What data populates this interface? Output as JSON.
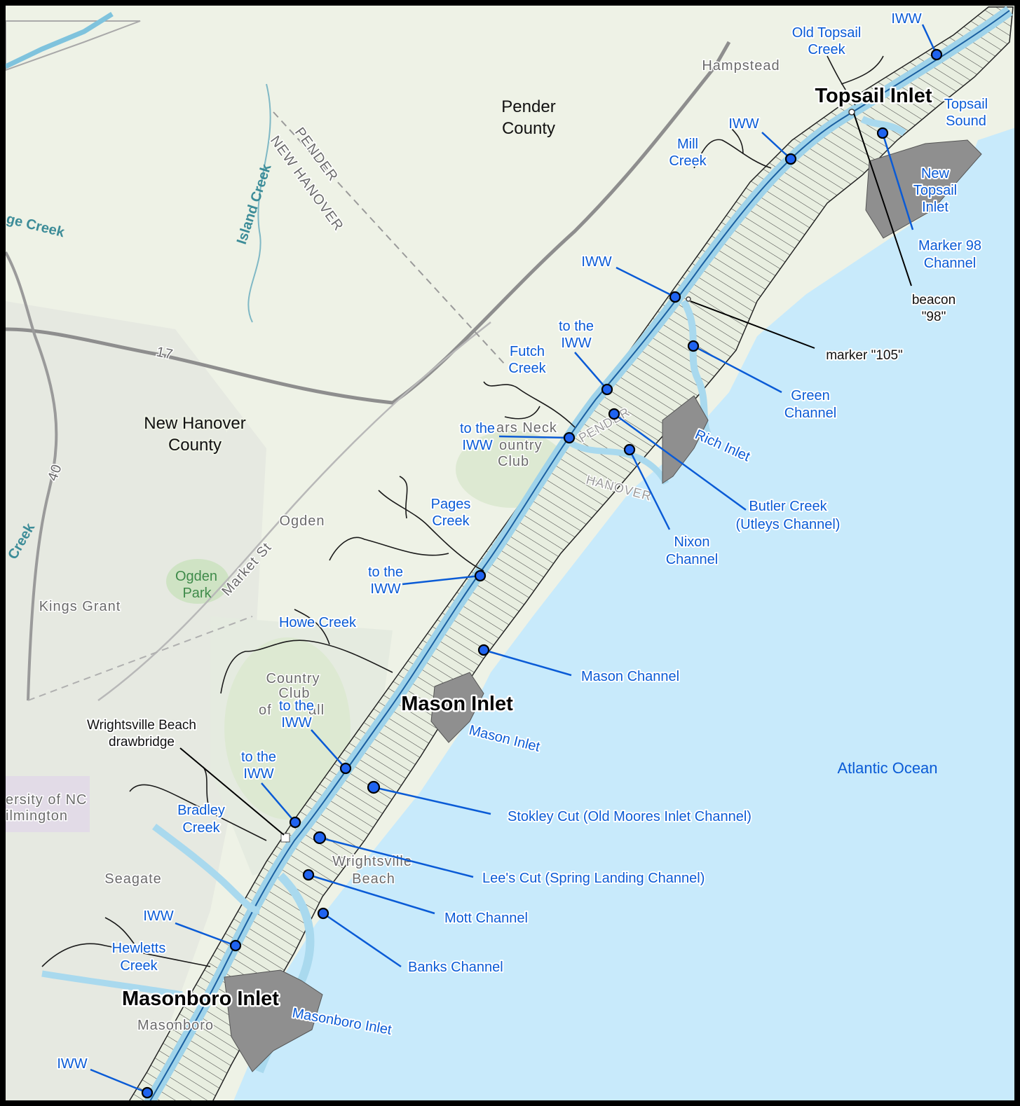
{
  "colors": {
    "land": "#eef2e6",
    "ocean": "#c8eafb",
    "water_channel": "#b9dfef",
    "label_blue": "#0a5bd6",
    "marker_fill": "#1f63f0",
    "jetty_gray": "#8f8f8f"
  },
  "counties": {
    "pender_line1": "Pender",
    "pender_line2": "County",
    "newhanover_line1": "New Hanover",
    "newhanover_line2": "County",
    "boundary_pender": "PENDER",
    "boundary_newhanover": "NEW HANOVER"
  },
  "inlets": {
    "topsail": "Topsail Inlet",
    "mason": "Mason Inlet",
    "masonboro": "Masonboro Inlet"
  },
  "ocean": "Atlantic Ocean",
  "basemap": {
    "hampstead": "Hampstead",
    "ogden": "Ogden",
    "kings_grant": "Kings Grant",
    "seagate": "Seagate",
    "wrightsville_beach_1": "Wrightsville",
    "wrightsville_beach_2": "Beach",
    "unc_1": "ersity of NC",
    "unc_2": "ilmington",
    "country_club_1": "Country",
    "country_club_2": "Club",
    "country_club_3": "of",
    "country_club_4": "all",
    "porters_1": "ars Neck",
    "porters_2": "ountry",
    "porters_3": "Club",
    "masonboro_town": "Masonboro",
    "ogden_park_1": "Ogden",
    "ogden_park_2": "Park",
    "island_creek": "Island Creek",
    "ge_creek": "ge Creek",
    "creek_left": "Creek",
    "market_st": "Market St",
    "i17": "17",
    "r40": "40",
    "pender_ghost": "PENDER",
    "hanover_ghost": "HANOVER"
  },
  "labels": {
    "iww_top": "IWW",
    "old_topsail_1": "Old Topsail",
    "old_topsail_2": "Creek",
    "topsail_sound_1": "Topsail",
    "topsail_sound_2": "Sound",
    "iww_mill": "IWW",
    "mill_creek_1": "Mill",
    "mill_creek_2": "Creek",
    "new_topsail_1": "New",
    "new_topsail_2": "Topsail",
    "new_topsail_3": "Inlet",
    "marker98_1": "Marker 98",
    "marker98_2": "Channel",
    "beacon_1": "beacon",
    "beacon_2": "\"98\"",
    "iww_105": "IWW",
    "marker105": "marker \"105\"",
    "to_iww_futch_1": "to the",
    "to_iww_futch_2": "IWW",
    "futch_1": "Futch",
    "futch_2": "Creek",
    "green_1": "Green",
    "green_2": "Channel",
    "to_iww_porters_1": "to the",
    "to_iww_porters_2": "IWW",
    "rich_inlet": "Rich Inlet",
    "butler_1": "Butler Creek",
    "butler_2": "(Utleys Channel)",
    "nixon_1": "Nixon",
    "nixon_2": "Channel",
    "pages_1": "Pages",
    "pages_2": "Creek",
    "to_iww_pages_1": "to the",
    "to_iww_pages_2": "IWW",
    "howe_creek": "Howe Creek",
    "mason_channel": "Mason Channel",
    "mason_inlet_small": "Mason Inlet",
    "to_iww_cc_1": "to the",
    "to_iww_cc_2": "IWW",
    "drawbridge_1": "Wrightsville Beach",
    "drawbridge_2": "drawbridge",
    "to_iww_bradley_1": "to the",
    "to_iww_bradley_2": "IWW",
    "bradley_1": "Bradley",
    "bradley_2": "Creek",
    "stokley": "Stokley Cut (Old Moores Inlet Channel)",
    "lees_cut": "Lee's Cut (Spring Landing Channel)",
    "mott": "Mott Channel",
    "iww_hewletts": "IWW",
    "hewletts_1": "Hewletts",
    "hewletts_2": "Creek",
    "banks": "Banks Channel",
    "masonboro_inlet_small": "Masonboro Inlet",
    "iww_bottom": "IWW"
  }
}
